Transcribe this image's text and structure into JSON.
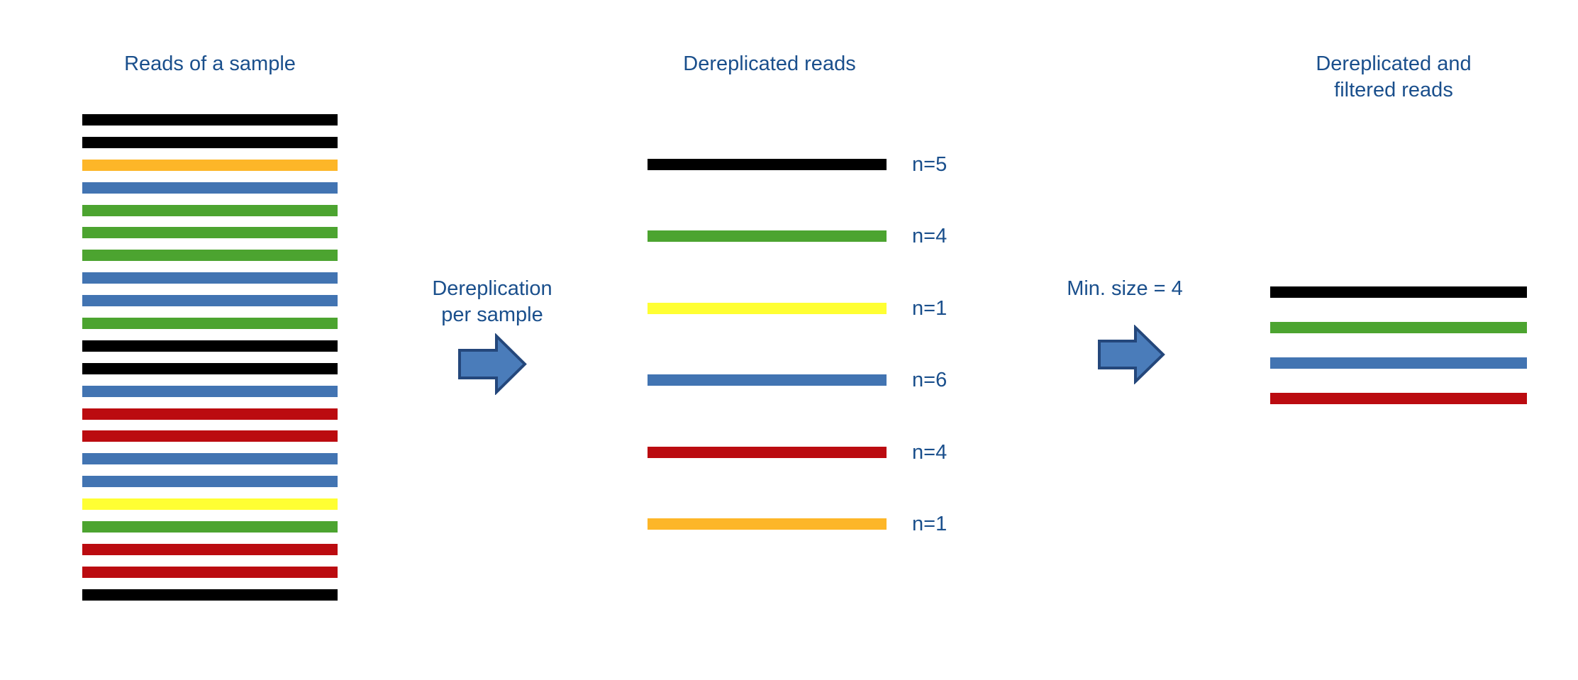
{
  "colors": {
    "text": "#1A4F8C",
    "arrow_fill": "#4A7CBA",
    "arrow_border": "#24477B",
    "black": "#000000",
    "orange": "#FDB628",
    "blue": "#4274B2",
    "green": "#4CA430",
    "red": "#BB0B10",
    "yellow": "#FFFF33"
  },
  "left_panel": {
    "title": "Reads of a sample",
    "reads": [
      "black",
      "black",
      "orange",
      "blue",
      "green",
      "green",
      "green",
      "blue",
      "blue",
      "green",
      "black",
      "black",
      "blue",
      "red",
      "red",
      "blue",
      "blue",
      "yellow",
      "green",
      "red",
      "red",
      "black"
    ]
  },
  "step1": {
    "label_line1": "Dereplication",
    "label_line2": "per sample"
  },
  "middle_panel": {
    "title": "Dereplicated reads",
    "reads": [
      {
        "color": "black",
        "count_label": "n=5"
      },
      {
        "color": "green",
        "count_label": "n=4"
      },
      {
        "color": "yellow",
        "count_label": "n=1"
      },
      {
        "color": "blue",
        "count_label": "n=6"
      },
      {
        "color": "red",
        "count_label": "n=4"
      },
      {
        "color": "orange",
        "count_label": "n=1"
      }
    ]
  },
  "step2": {
    "label": "Min. size = 4"
  },
  "right_panel": {
    "title_line1": "Dereplicated and",
    "title_line2": "filtered reads",
    "reads": [
      "black",
      "green",
      "blue",
      "red"
    ]
  }
}
